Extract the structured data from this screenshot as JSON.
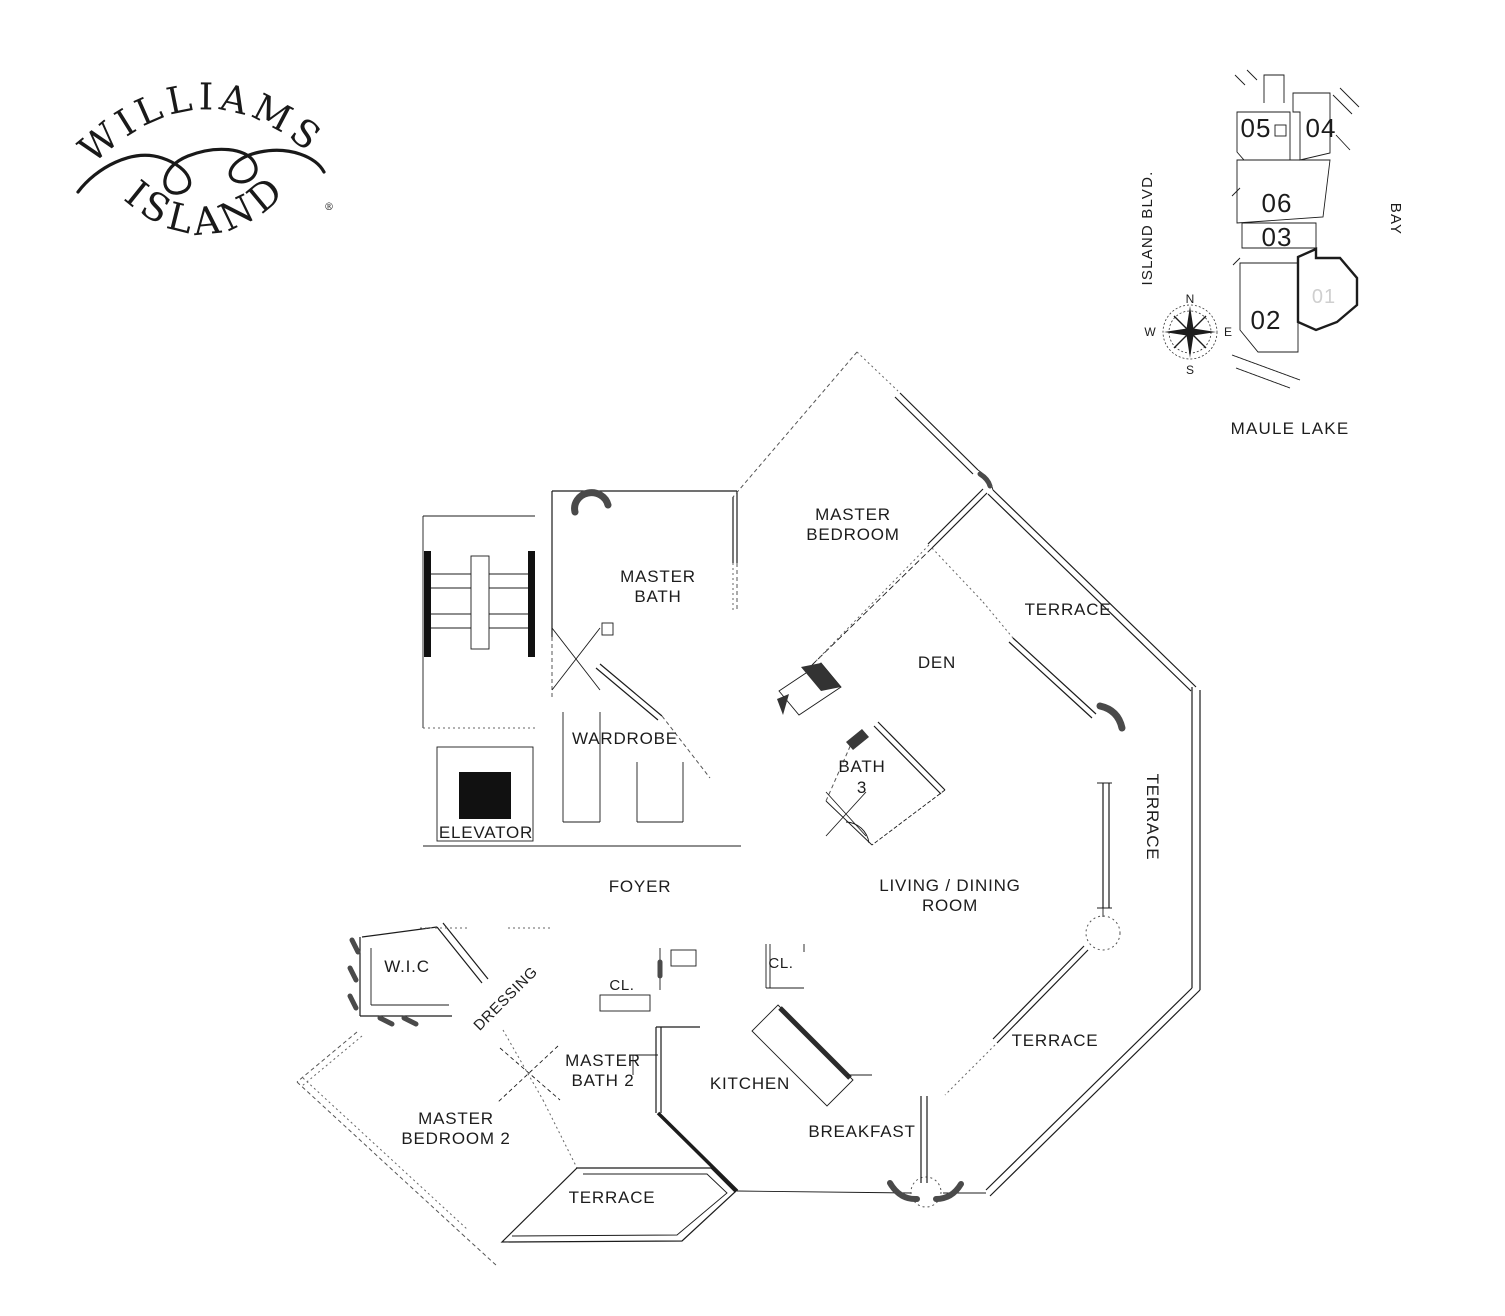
{
  "logo": {
    "line1": "WILLIAMS",
    "line2": "ISLAND",
    "mark": "®"
  },
  "key_plan": {
    "units": {
      "u05": "05",
      "u04": "04",
      "u06": "06",
      "u03": "03",
      "u02": "02",
      "u01": "01"
    },
    "labels": {
      "island_blvd": "ISLAND BLVD.",
      "bay": "BAY",
      "maule_lake": "MAULE LAKE"
    },
    "compass": {
      "n": "N",
      "e": "E",
      "s": "S",
      "w": "W"
    }
  },
  "floor_plan": {
    "rooms": {
      "master_bedroom_1": "MASTER",
      "master_bedroom_2": "BEDROOM",
      "master_bath_1": "MASTER",
      "master_bath_2": "BATH",
      "terrace_upper": "TERRACE",
      "den": "DEN",
      "wardrobe": "WARDROBE",
      "bath3_1": "BATH",
      "bath3_2": "3",
      "elevator": "ELEVATOR",
      "foyer": "FOYER",
      "living_1": "LIVING / DINING",
      "living_2": "ROOM",
      "terrace_right": "TERRACE",
      "wic": "W.I.C",
      "dressing": "DRESSING",
      "cl_left": "CL.",
      "cl_right": "CL.",
      "mbath2_1": "MASTER",
      "mbath2_2": "BATH 2",
      "kitchen": "KITCHEN",
      "mbed2_1": "MASTER",
      "mbed2_2": "BEDROOM 2",
      "breakfast": "BREAKFAST",
      "terrace_lower_right": "TERRACE",
      "terrace_bottom": "TERRACE"
    }
  },
  "colors": {
    "line": "#1c1c1c",
    "muted": "#555555",
    "accent_dark": "#424242",
    "faint": "#cfcfcf",
    "background": "#ffffff"
  }
}
